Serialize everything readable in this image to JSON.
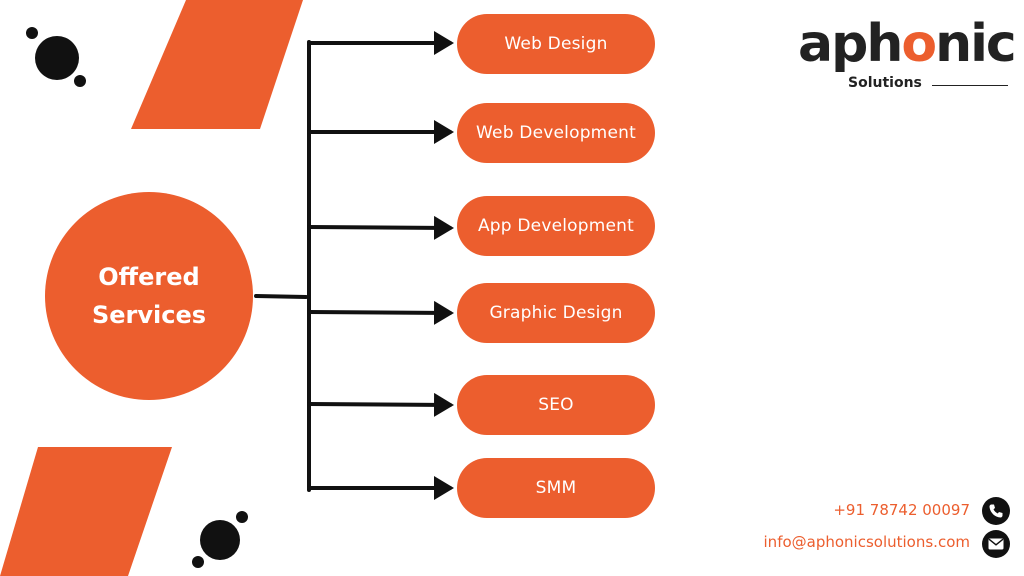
{
  "hub": {
    "line1": "Offered",
    "line2": "Services"
  },
  "services": [
    {
      "label": "Web Design"
    },
    {
      "label": "Web Development"
    },
    {
      "label": "App Development"
    },
    {
      "label": "Graphic Design"
    },
    {
      "label": "SEO"
    },
    {
      "label": "SMM"
    }
  ],
  "logo": {
    "word_a": "aph",
    "word_o": "o",
    "word_b": "nic",
    "sub": "Solutions"
  },
  "contact": {
    "phone": "+91 78742 00097",
    "email": "info@aphonicsolutions.com"
  },
  "colors": {
    "accent": "#ec5e2e",
    "dark": "#111111"
  },
  "icons": {
    "phone": "phone-icon",
    "email": "envelope-icon"
  }
}
